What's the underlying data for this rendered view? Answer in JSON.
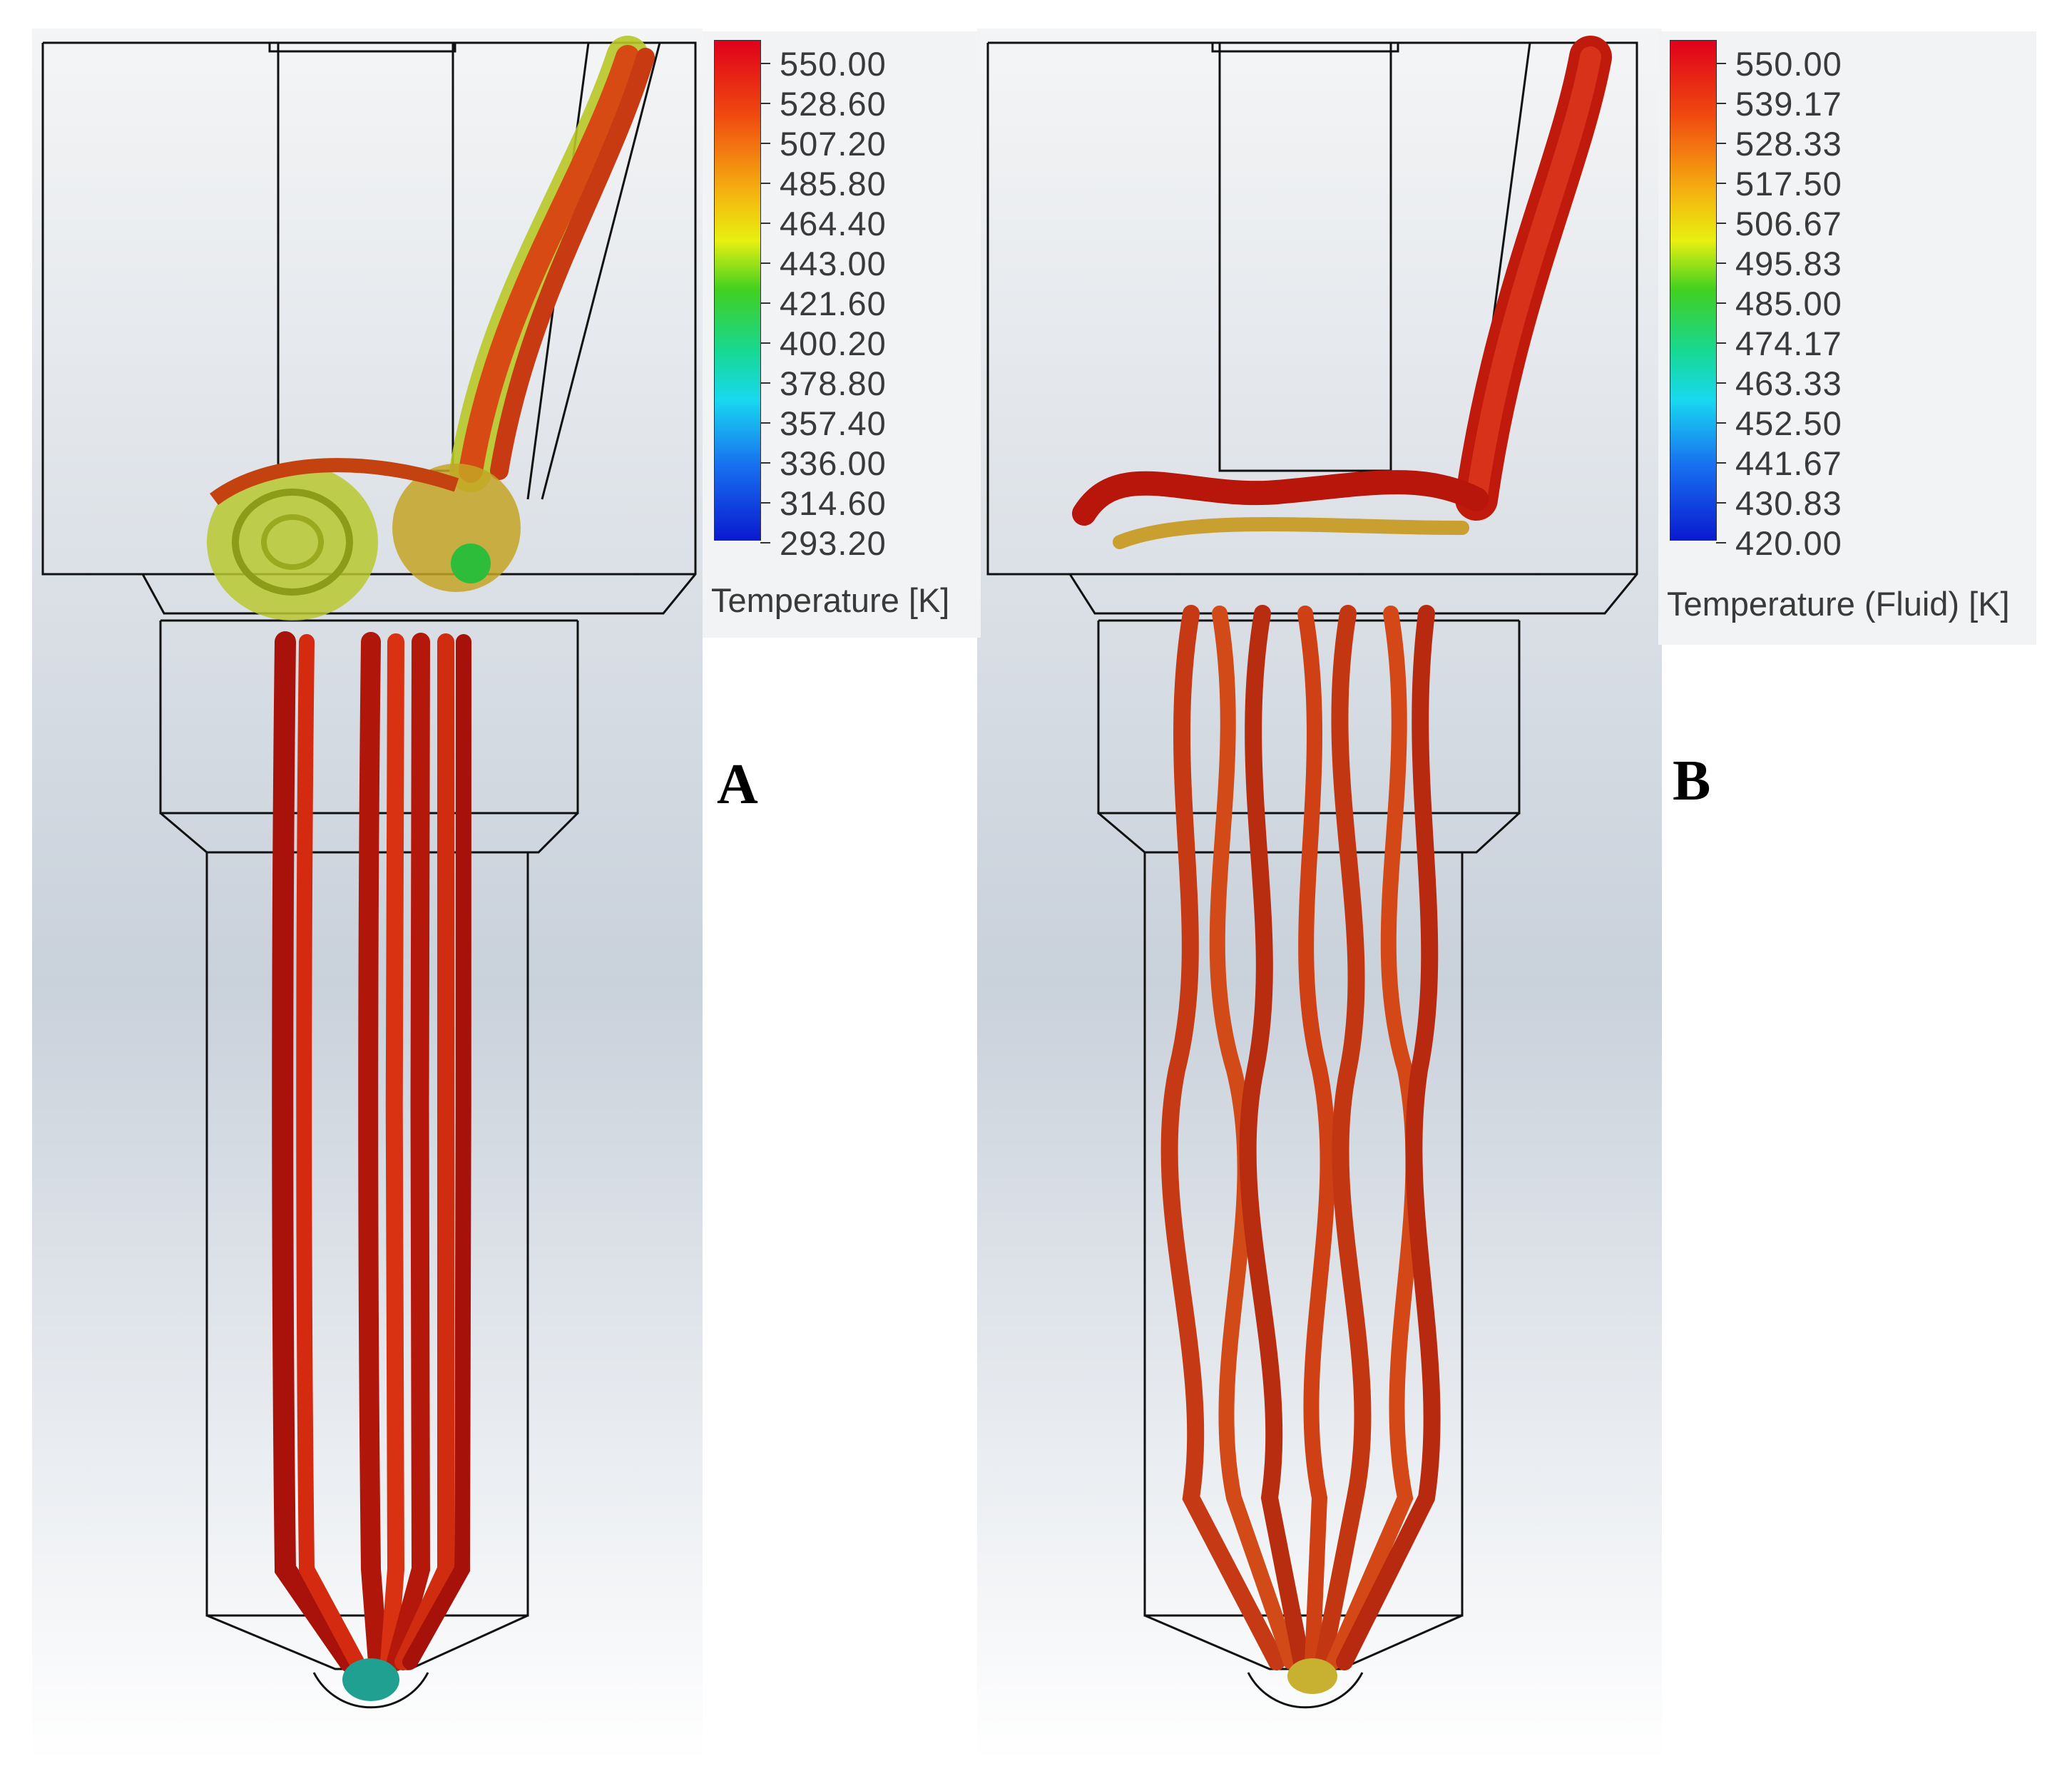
{
  "panels": [
    {
      "id": "A",
      "label": "A",
      "legend": {
        "title": "Temperature [K]",
        "ticks": [
          "550.00",
          "528.60",
          "507.20",
          "485.80",
          "464.40",
          "443.00",
          "421.60",
          "400.20",
          "378.80",
          "357.40",
          "336.00",
          "314.60",
          "293.20"
        ]
      }
    },
    {
      "id": "B",
      "label": "B",
      "legend": {
        "title": "Temperature (Fluid) [K]",
        "ticks": [
          "550.00",
          "539.17",
          "528.33",
          "517.50",
          "506.67",
          "495.83",
          "485.00",
          "474.17",
          "463.33",
          "452.50",
          "441.67",
          "430.83",
          "420.00"
        ]
      }
    }
  ],
  "colors": {
    "hot": "#c8140a",
    "warm": "#d9501a",
    "mid": "#b8c820",
    "cool": "#1fa8c8",
    "cold": "#0a1ad0"
  }
}
